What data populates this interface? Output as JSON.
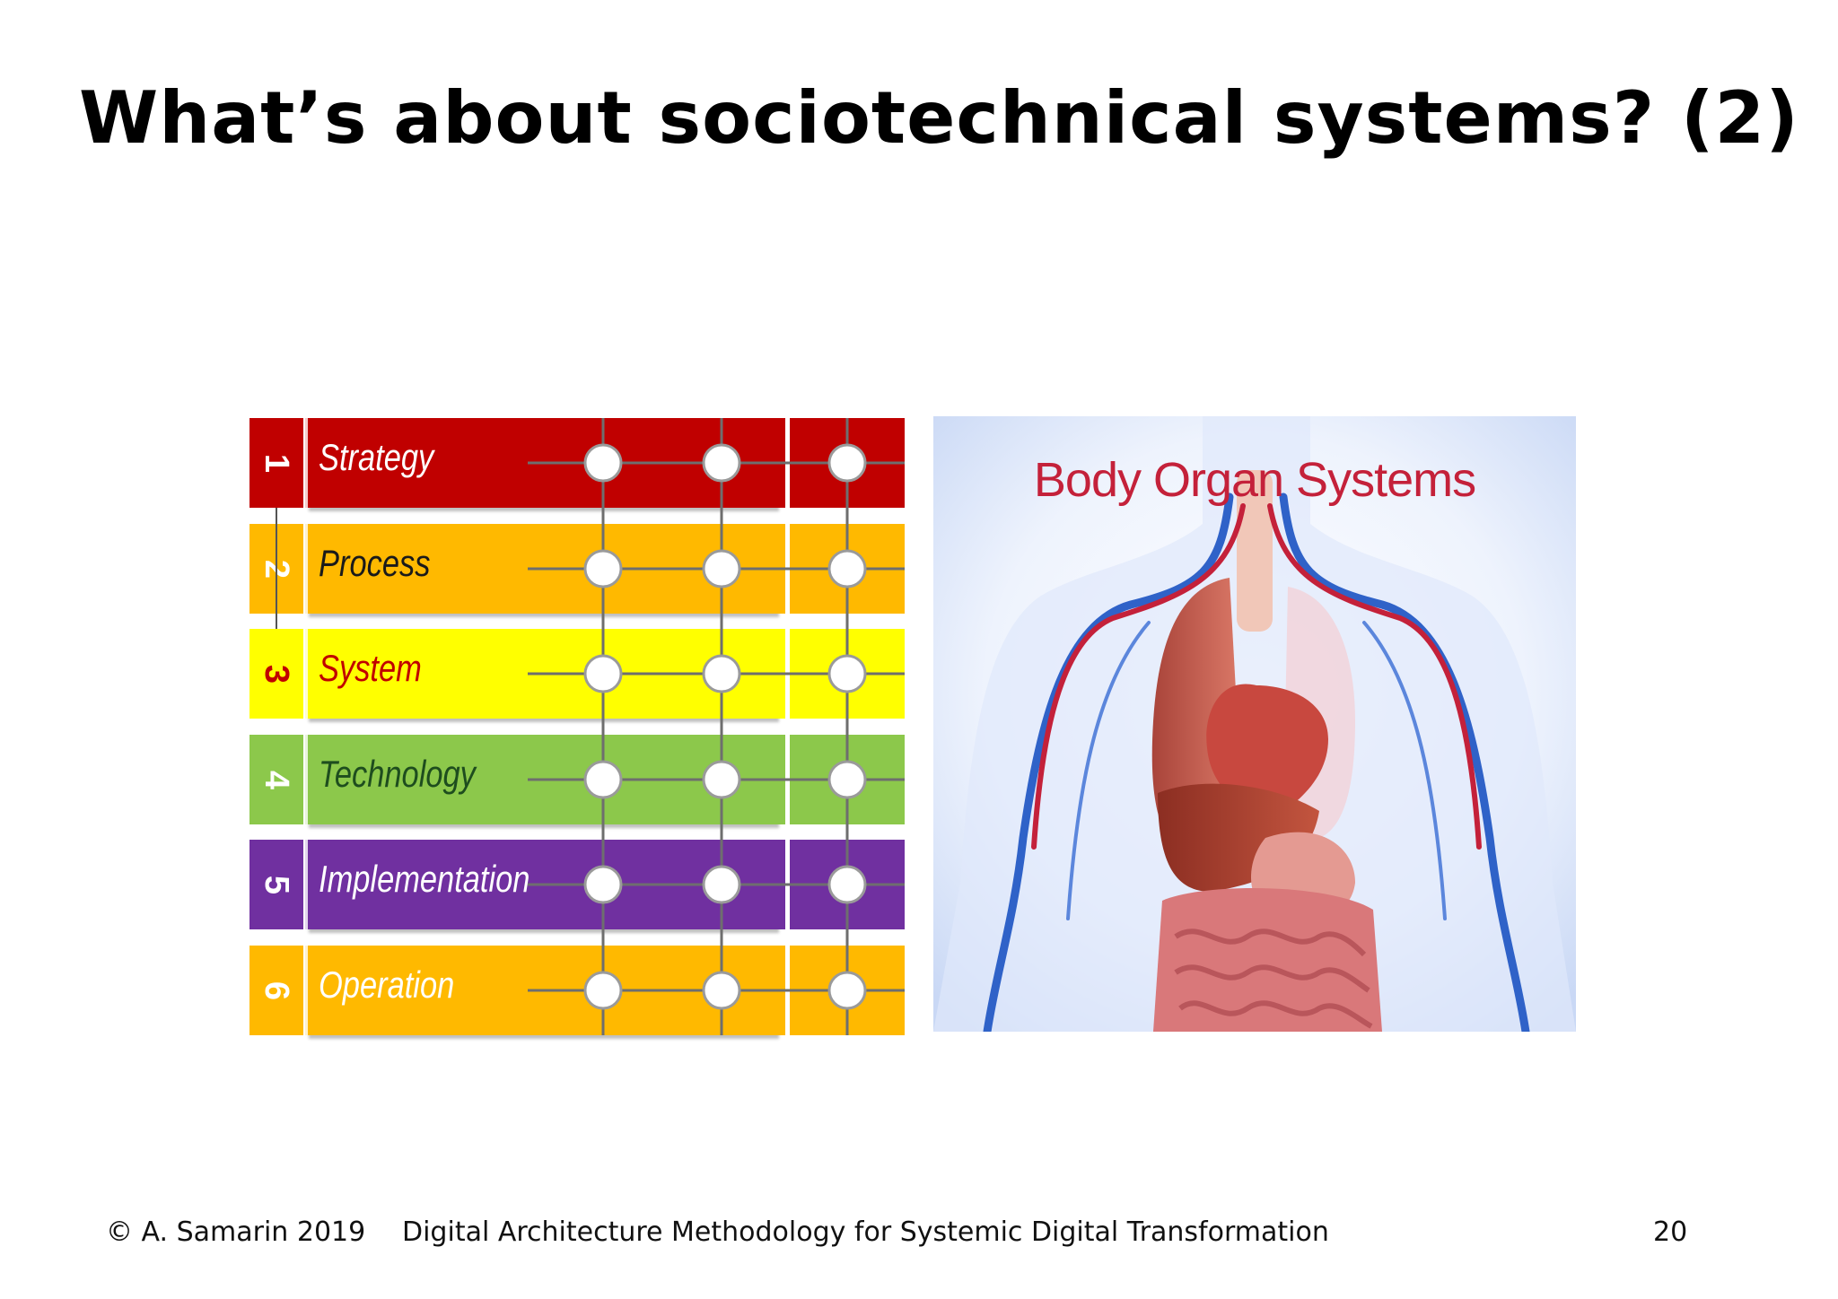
{
  "slide": {
    "title": "What’s about sociotechnical systems? (2)"
  },
  "layers": [
    {
      "number": "1",
      "label": "Strategy",
      "color": "#c00000",
      "text_color": "#ffffff",
      "num_color": "#ffffff"
    },
    {
      "number": "2",
      "label": "Process",
      "color": "#ffb900",
      "text_color": "#1a1a1a",
      "num_color": "#ffffff"
    },
    {
      "number": "3",
      "label": "System",
      "color": "#ffff00",
      "text_color": "#c00000",
      "num_color": "#c00000"
    },
    {
      "number": "4",
      "label": "Technology",
      "color": "#8cc84b",
      "text_color": "#1e4d1e",
      "num_color": "#ffffff"
    },
    {
      "number": "5",
      "label": "Implementation",
      "color": "#7030a0",
      "text_color": "#ffffff",
      "num_color": "#ffffff"
    },
    {
      "number": "6",
      "label": "Operation",
      "color": "#ffb900",
      "text_color": "#ffffff",
      "num_color": "#ffffff"
    }
  ],
  "illustration": {
    "title": "Body Organ Systems"
  },
  "footer": {
    "copyright": "© A. Samarin 2019",
    "subtitle": "Digital Architecture Methodology for Systemic Digital Transformation",
    "page_number": "20"
  }
}
